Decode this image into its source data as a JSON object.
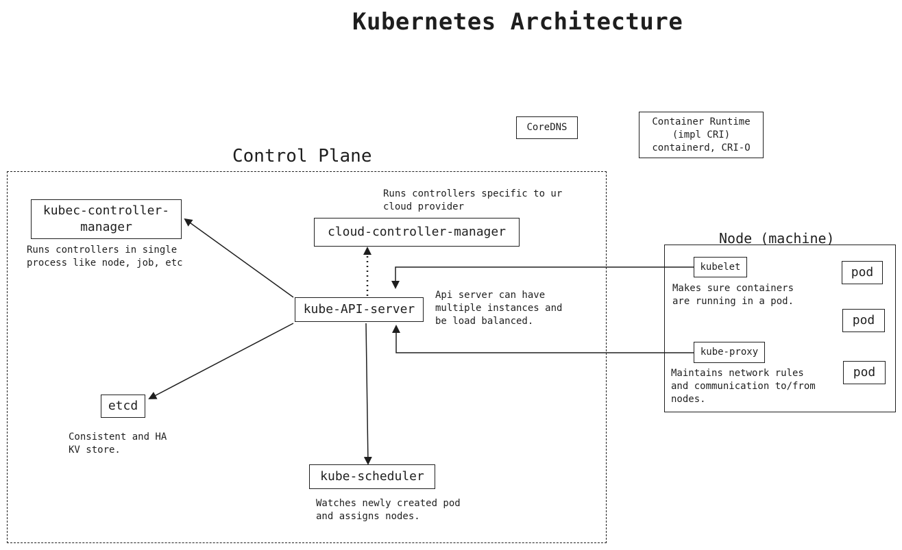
{
  "diagram": {
    "title": "Kubernetes Architecture",
    "control_plane": {
      "title": "Control Plane",
      "kube_controller_manager": {
        "label": "kubec-controller-\nmanager",
        "note": "Runs controllers in single\nprocess like node, job, etc"
      },
      "cloud_controller_manager": {
        "label": "cloud-controller-manager",
        "note": "Runs controllers specific to ur\ncloud provider"
      },
      "api_server": {
        "label": "kube-API-server",
        "note": "Api server can have\nmultiple instances and\nbe load balanced."
      },
      "etcd": {
        "label": "etcd",
        "note": "Consistent and HA\nKV store."
      },
      "scheduler": {
        "label": "kube-scheduler",
        "note": "Watches newly created pod\nand assigns nodes."
      }
    },
    "addons": {
      "coredns": "CoreDNS",
      "container_runtime": "Container Runtime\n(impl CRI)\ncontainerd, CRI-O"
    },
    "node": {
      "title": "Node (machine)",
      "kubelet": {
        "label": "kubelet",
        "note": "Makes sure containers\nare running in a pod."
      },
      "kube_proxy": {
        "label": "kube-proxy",
        "note": "Maintains network rules\nand communication to/from\nnodes."
      },
      "pods": [
        "pod",
        "pod",
        "pod"
      ]
    },
    "edges": [
      {
        "from": "kube-API-server",
        "to": "kubec-controller-manager",
        "style": "solid"
      },
      {
        "from": "kube-API-server",
        "to": "cloud-controller-manager",
        "style": "dotted"
      },
      {
        "from": "kube-API-server",
        "to": "etcd",
        "style": "solid"
      },
      {
        "from": "kube-API-server",
        "to": "kube-scheduler",
        "style": "solid"
      },
      {
        "from": "kubelet",
        "to": "kube-API-server",
        "style": "solid"
      },
      {
        "from": "kube-proxy",
        "to": "kube-API-server",
        "style": "solid"
      }
    ]
  }
}
